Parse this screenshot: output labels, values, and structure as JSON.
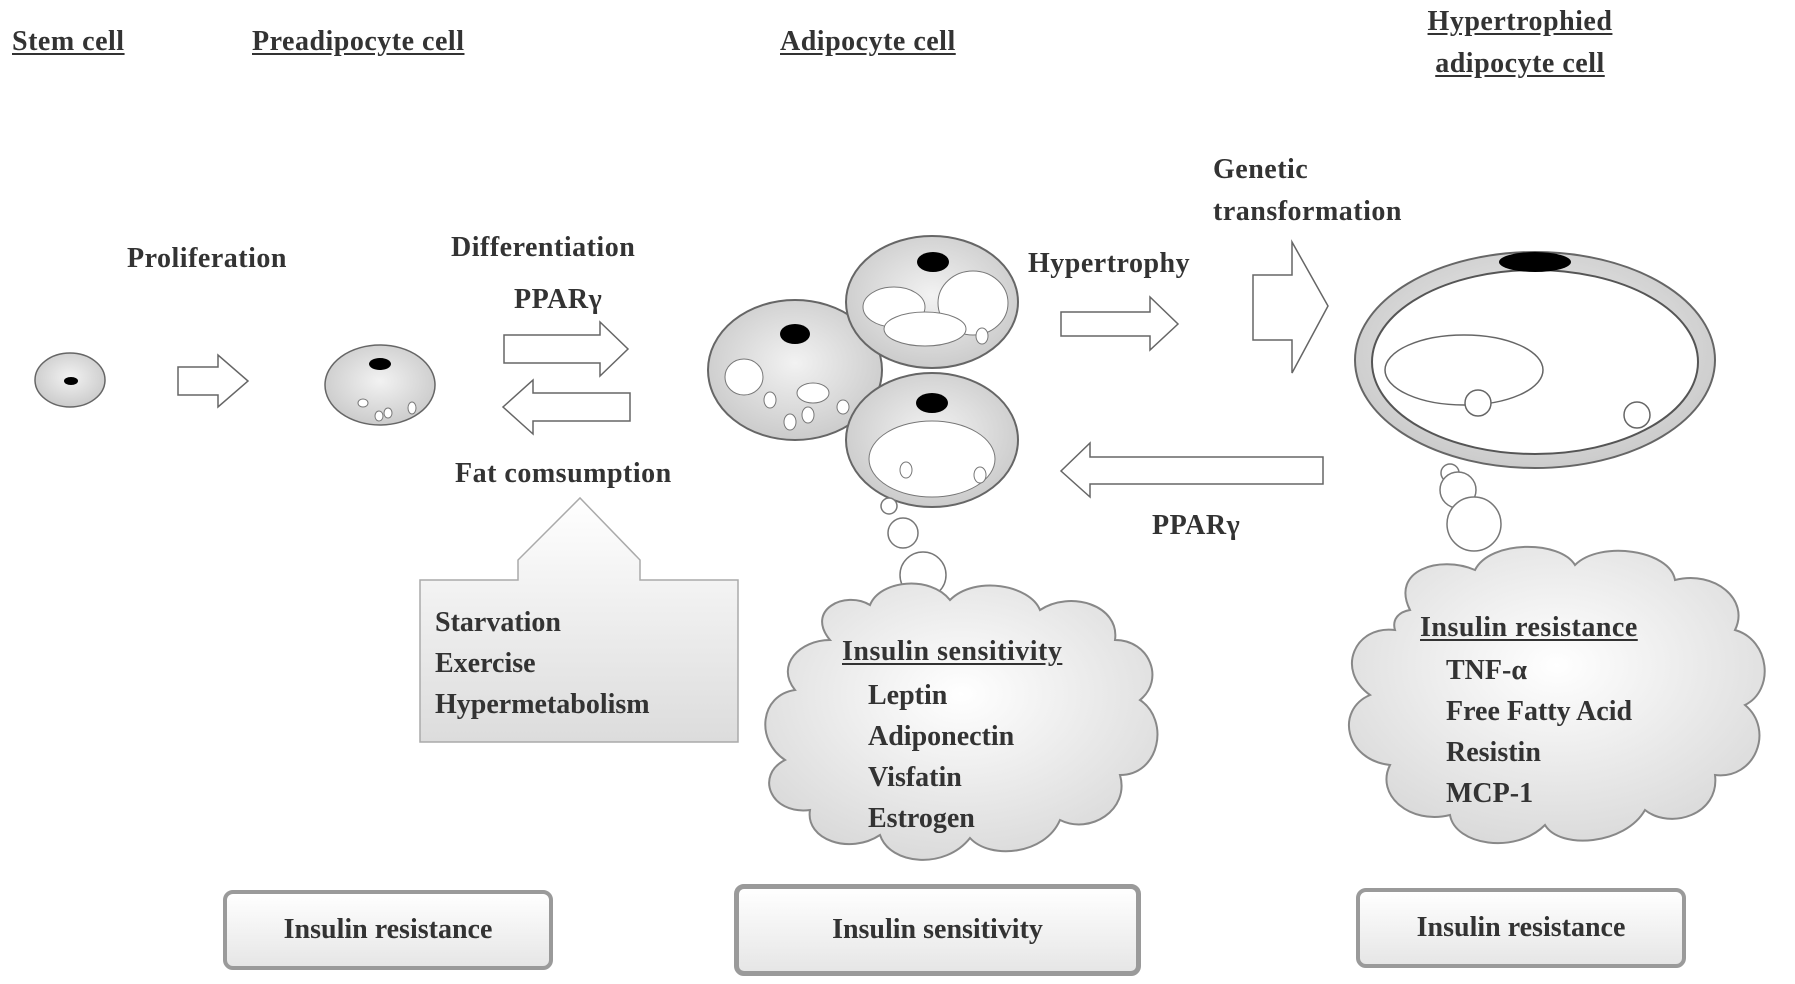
{
  "headers": {
    "stem_cell": "Stem cell",
    "preadipocyte_cell": "Preadipocyte cell",
    "adipocyte_cell": "Adipocyte cell",
    "hypertrophied_line1": "Hypertrophied",
    "hypertrophied_line2": "adipocyte cell"
  },
  "labels": {
    "proliferation": "Proliferation",
    "differentiation": "Differentiation",
    "ppar_upper": "PPARγ",
    "fat_consumption": "Fat comsumption",
    "hypertrophy": "Hypertrophy",
    "genetic_line1": "Genetic",
    "genetic_line2": "transformation",
    "ppar_lower": "PPARγ"
  },
  "catabolic_box": {
    "items": [
      "Starvation",
      "Exercise",
      "Hypermetabolism"
    ]
  },
  "sensitivity_cloud": {
    "title": "Insulin sensitivity",
    "items": [
      "Leptin",
      "Adiponectin",
      "Visfatin",
      "Estrogen"
    ]
  },
  "resistance_cloud": {
    "title": "Insulin resistance",
    "items": [
      "TNF-α",
      "Free Fatty Acid",
      "Resistin",
      "MCP-1"
    ]
  },
  "bottom_boxes": {
    "left": "Insulin resistance",
    "middle": "Insulin sensitivity",
    "right": "Insulin resistance"
  },
  "colors": {
    "cell_fill": "#dcdcdc",
    "nucleus": "#000000",
    "outline": "#555555",
    "text": "#333333"
  }
}
